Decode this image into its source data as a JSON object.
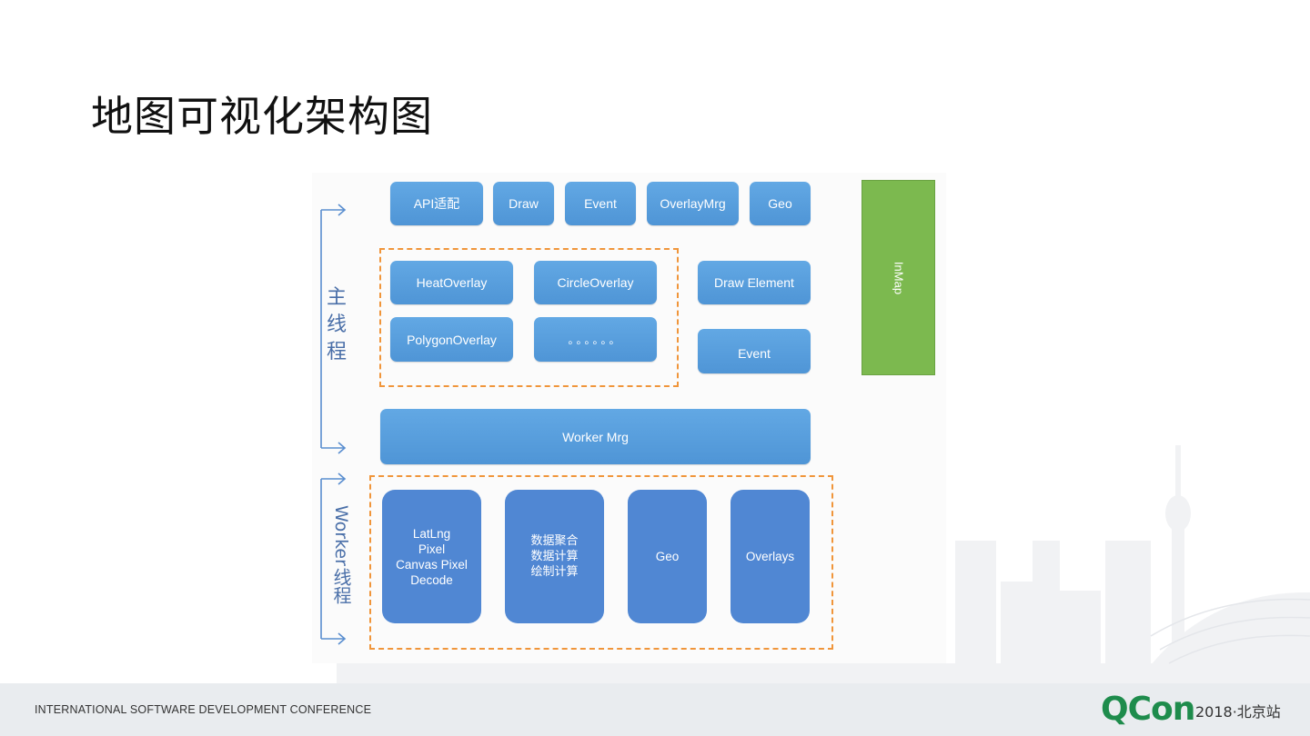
{
  "title": "地图可视化架构图",
  "main_thread_label": "主线程",
  "worker_thread_label_en": "Worker",
  "worker_thread_label_cn": "线程",
  "top_row": [
    "API适配",
    "Draw",
    "Event",
    "OverlayMrg",
    "Geo"
  ],
  "overlays": [
    "HeatOverlay",
    "CircleOverlay",
    "PolygonOverlay",
    "。。。。。。"
  ],
  "right_boxes": [
    "Draw Element",
    "Event"
  ],
  "inmap": "InMap",
  "worker_mrg": "Worker Mrg",
  "worker_boxes": [
    "LatLng\nPixel\nCanvas Pixel\nDecode",
    "数据聚合\n数据计算\n绘制计算",
    "Geo",
    "Overlays"
  ],
  "footer": {
    "conference": "INTERNATIONAL SOFTWARE DEVELOPMENT CONFERENCE",
    "brand": "QCon",
    "edition": "2018·北京站"
  },
  "colors": {
    "box_blue": "#5a9fe0",
    "worker_blue": "#5087d3",
    "dash_orange": "#f0953a",
    "inmap_green": "#7cb94f",
    "brand_green": "#1e8c4c"
  }
}
